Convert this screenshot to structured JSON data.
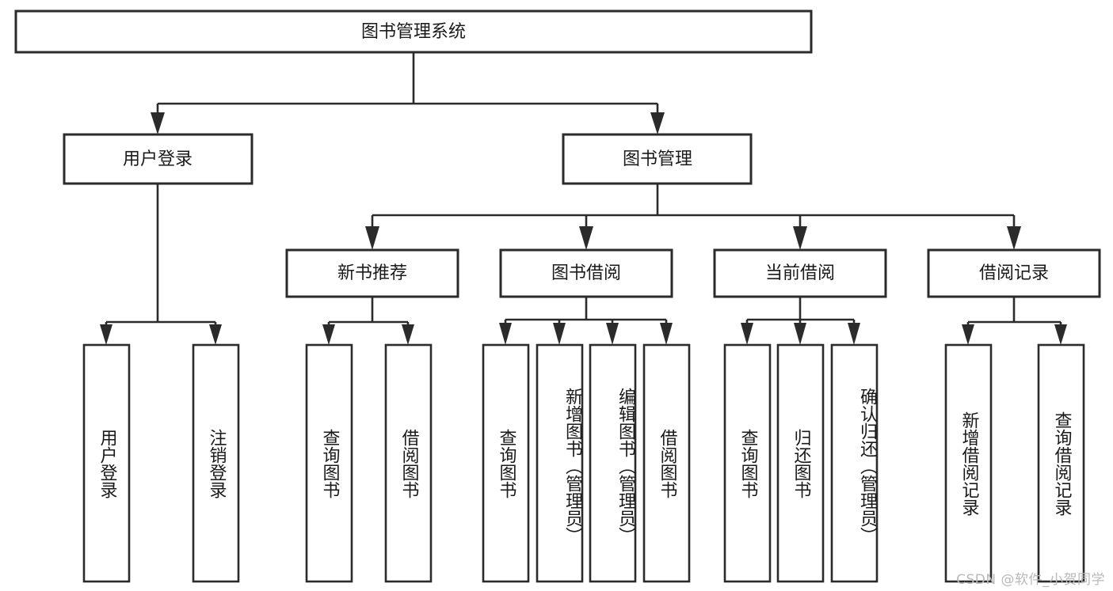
{
  "diagram": {
    "title": "图书管理系统",
    "type": "functional-structure-tree",
    "root": {
      "id": "root",
      "label": "图书管理系统"
    },
    "level2": [
      {
        "id": "user-login",
        "label": "用户登录"
      },
      {
        "id": "book-manage",
        "label": "图书管理"
      }
    ],
    "level3": [
      {
        "id": "new-book-rec",
        "label": "新书推荐",
        "parent": "book-manage"
      },
      {
        "id": "book-borrow",
        "label": "图书借阅",
        "parent": "book-manage"
      },
      {
        "id": "current-borrow",
        "label": "当前借阅",
        "parent": "book-manage"
      },
      {
        "id": "borrow-record",
        "label": "借阅记录",
        "parent": "book-manage"
      }
    ],
    "leaves": {
      "user-login": [
        {
          "id": "leaf-user-login",
          "label": "用户登录"
        },
        {
          "id": "leaf-logout-login",
          "label": "注销登录"
        }
      ],
      "new-book-rec": [
        {
          "id": "leaf-query-book-1",
          "label": "查询图书"
        },
        {
          "id": "leaf-borrow-book-1",
          "label": "借阅图书"
        }
      ],
      "book-borrow": [
        {
          "id": "leaf-query-book-2",
          "label": "查询图书"
        },
        {
          "id": "leaf-add-book",
          "label": "新增图书（管理员）"
        },
        {
          "id": "leaf-edit-book",
          "label": "编辑图书（管理员）"
        },
        {
          "id": "leaf-borrow-book-2",
          "label": "借阅图书"
        }
      ],
      "current-borrow": [
        {
          "id": "leaf-query-book-3",
          "label": "查询图书"
        },
        {
          "id": "leaf-return-book",
          "label": "归还图书"
        },
        {
          "id": "leaf-confirm-return",
          "label": "确认归还（管理员）"
        }
      ],
      "borrow-record": [
        {
          "id": "leaf-add-record",
          "label": "新增借阅记录"
        },
        {
          "id": "leaf-query-record",
          "label": "查询借阅记录"
        }
      ]
    }
  },
  "watermark": {
    "text": "CSDN @软件_小贺同学"
  },
  "colors": {
    "background": "#ffffff",
    "box_fill": "#ffffff",
    "box_stroke": "#2b2b2b",
    "text": "#1a1a1a",
    "watermark": "#b9b9b9"
  }
}
